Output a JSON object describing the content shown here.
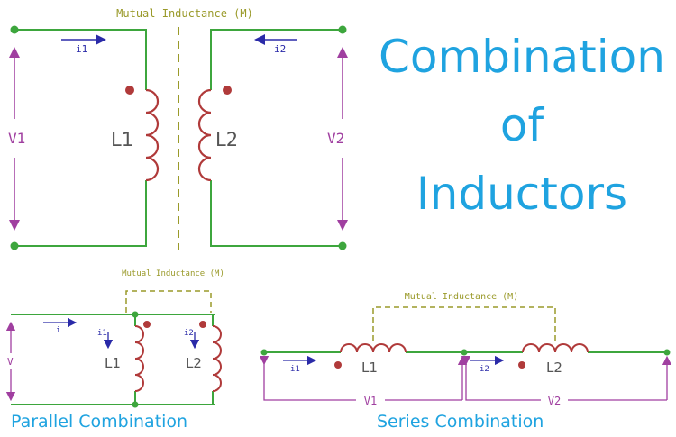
{
  "colors": {
    "wire": "#3da63d",
    "coil": "#b03a3a",
    "voltage": "#a03fa0",
    "current": "#2a2aa8",
    "mutual": "#9a9a2a",
    "text": "#555555",
    "title": "#1fa3e0"
  },
  "title": {
    "line1": "Combination",
    "line2": "of",
    "line3": "Inductors"
  },
  "top": {
    "mutual_label": "Mutual Inductance (M)",
    "current1": "i1",
    "current2": "i2",
    "voltage1": "V1",
    "voltage2": "V2",
    "inductor1": "L1",
    "inductor2": "L2"
  },
  "parallel": {
    "mutual_label": "Mutual Inductance (M)",
    "current": "i",
    "current1": "i1",
    "current2": "i2",
    "voltage": "V",
    "inductor1": "L1",
    "inductor2": "L2",
    "caption": "Parallel Combination"
  },
  "series": {
    "mutual_label": "Mutual Inductance (M)",
    "current1": "i1",
    "current2": "i2",
    "voltage1": "V1",
    "voltage2": "V2",
    "inductor1": "L1",
    "inductor2": "L2",
    "caption": "Series Combination"
  }
}
